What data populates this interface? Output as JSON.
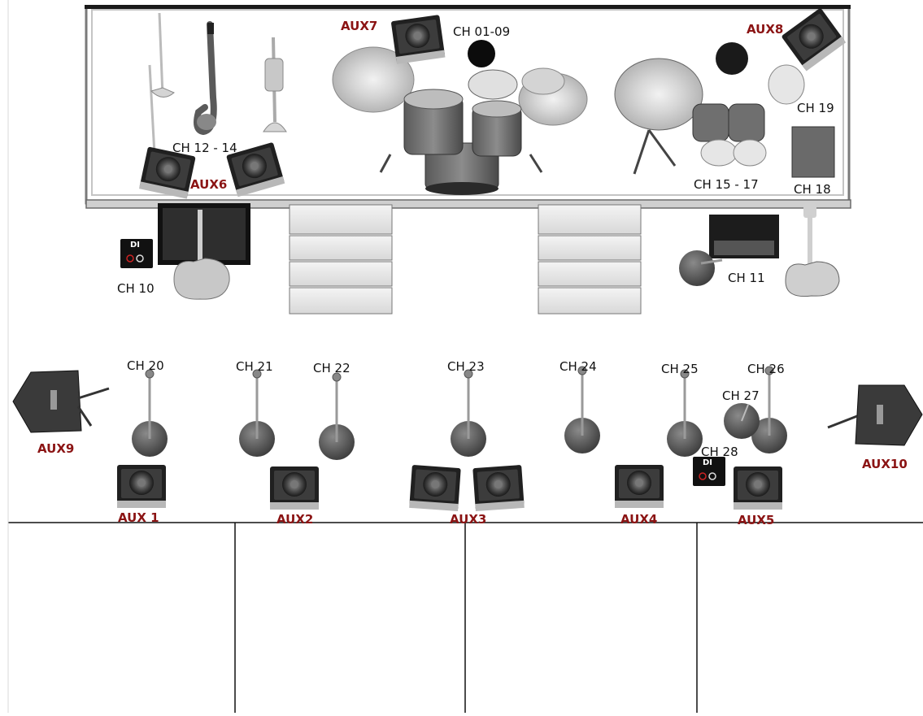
{
  "channels": {
    "drums": "CH 01-09",
    "horns": "CH 12 - 14",
    "ch19": "CH 19",
    "percussion": "CH 15 - 17",
    "ch18": "CH 18",
    "ch10": "CH 10",
    "ch11": "CH 11",
    "ch20": "CH 20",
    "ch21": "CH 21",
    "ch22": "CH 22",
    "ch23": "CH 23",
    "ch24": "CH 24",
    "ch25": "CH 25",
    "ch26": "CH 26",
    "ch27": "CH 27",
    "ch28": "CH 28"
  },
  "aux": {
    "aux1": "AUX 1",
    "aux2": "AUX2",
    "aux3": "AUX3",
    "aux4": "AUX4",
    "aux5": "AUX5",
    "aux6": "AUX6",
    "aux7": "AUX7",
    "aux8": "AUX8",
    "aux9": "AUX9",
    "aux10": "AUX10"
  },
  "di_label": "DI",
  "colors": {
    "aux_label": "#8b1414",
    "monitor_body": "#2a2a2a",
    "stage_frame": "#6e6e6e"
  }
}
